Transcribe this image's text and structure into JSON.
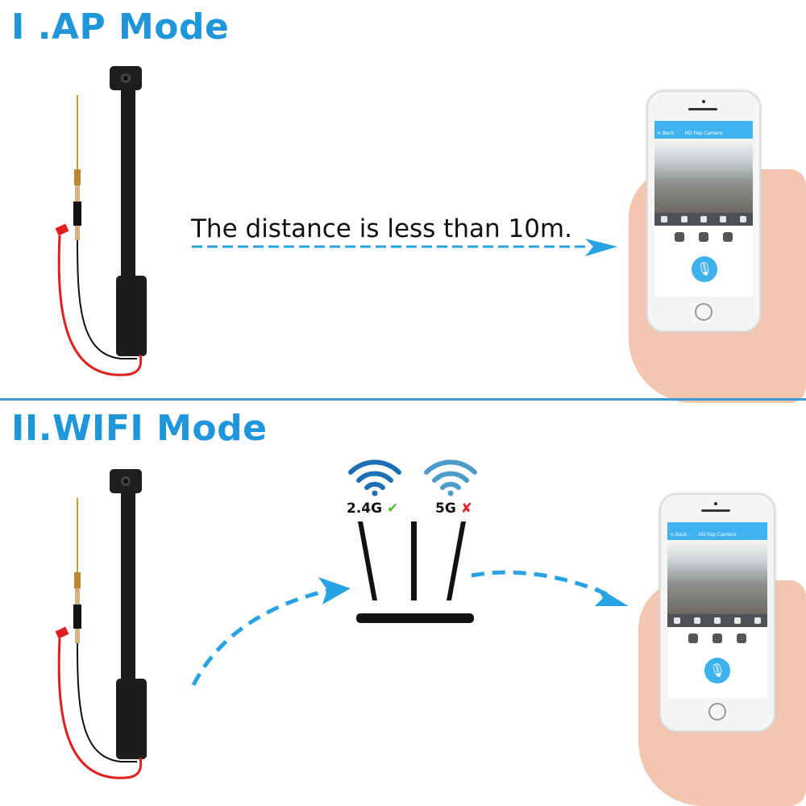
{
  "colors": {
    "heading": "#1f96d9",
    "arrow": "#27a3e3",
    "divider": "#3b98d6",
    "app_header": "#3fb2f0",
    "mic_button": "#3cb1ec",
    "check": "#4dbf2e",
    "cross": "#d8262a",
    "device_body": "#1b1b1b",
    "wire_red": "#e02020",
    "antenna_gold": "#c59a3d"
  },
  "sections": [
    {
      "id": "ap",
      "heading": "I .AP Mode",
      "caption": "The distance is less than 10m.",
      "flow": [
        "camera-module",
        "phone"
      ]
    },
    {
      "id": "wifi",
      "heading": "II.WIFI Mode",
      "flow": [
        "camera-module",
        "router",
        "phone"
      ],
      "router": {
        "bands": [
          {
            "label": "2.4G",
            "supported": true,
            "mark": "✔"
          },
          {
            "label": "5G",
            "supported": false,
            "mark": "✘"
          }
        ]
      }
    }
  ],
  "phone_app": {
    "back_label": "< Back",
    "title": "HD Fep Camera",
    "control_icons": [
      "snapshot-icon",
      "record-icon",
      "close-icon",
      "night-icon",
      "fullscreen-icon"
    ],
    "buttons": [
      "play-icon",
      "alarm-icon",
      "settings-icon"
    ],
    "mic_icon": "🎙"
  }
}
